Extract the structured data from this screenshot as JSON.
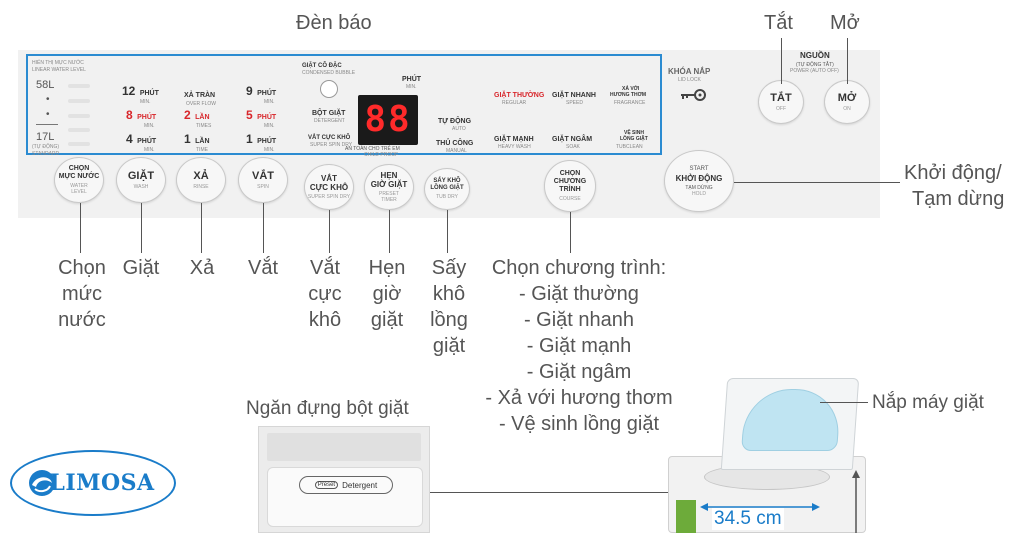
{
  "annotations": {
    "indicator_lights": "Đèn báo",
    "off": "Tắt",
    "on": "Mở",
    "start_pause": [
      "Khởi động/",
      "Tạm dừng"
    ],
    "water_level": [
      "Chọn",
      "mức",
      "nước"
    ],
    "wash": "Giặt",
    "rinse": "Xả",
    "spin": "Vắt",
    "super_spin": [
      "Vắt",
      "cực",
      "khô"
    ],
    "timer": [
      "Hẹn",
      "giờ",
      "giặt"
    ],
    "tub_dry": [
      "Sấy",
      "khô",
      "lồng",
      "giặt"
    ],
    "program": [
      "Chọn chương trình:",
      "- Giặt thường",
      "- Giặt nhanh",
      "- Giặt mạnh",
      "- Giặt ngâm",
      "- Xả với hương thơm",
      "- Vệ sinh lồng giặt"
    ],
    "detergent_drawer": "Ngăn đựng bột giặt",
    "lid": "Nắp máy giặt",
    "width": "34.5 cm"
  },
  "panel": {
    "water_level_title": "HIỂN THỊ MỰC NƯỚC",
    "water_level_sub": "LINEAR WATER LEVEL",
    "level_max": "58L",
    "level_min": "17L",
    "level_auto": "(TỰ ĐỘNG)",
    "level_auto_sub": "STANDARD",
    "wash_times": [
      {
        "value": "12",
        "unit": "PHÚT",
        "sub": "MIN."
      },
      {
        "value": "8",
        "unit": "PHÚT",
        "sub": "MIN."
      },
      {
        "value": "4",
        "unit": "PHÚT",
        "sub": "MIN."
      }
    ],
    "rinse_times": [
      {
        "value": "XẢ TRÀN",
        "sub": "OVER FLOW"
      },
      {
        "value": "2",
        "unit": "LẦN",
        "sub": "TIMES"
      },
      {
        "value": "1",
        "unit": "LẦN",
        "sub": "TIME"
      }
    ],
    "spin_times": [
      {
        "value": "9",
        "unit": "PHÚT",
        "sub": "MIN."
      },
      {
        "value": "5",
        "unit": "PHÚT",
        "sub": "MIN."
      },
      {
        "value": "1",
        "unit": "PHÚT",
        "sub": "MIN."
      }
    ],
    "condensed": "GIẶT CÔ ĐẶC",
    "condensed_sub": "CONDENSED BUBBLE",
    "detergent": "BỘT GIẶT",
    "detergent_sub": "DETERGENT",
    "super_dry": "VẮT CỰC KHÔ",
    "super_dry_sub": "SUPER SPIN DRY",
    "display_value": "88",
    "minute": "PHÚT",
    "minute_sub": "MIN.",
    "child_lock": "AN TOÀN CHO TRẺ EM",
    "child_lock_sub": "CHILD PROOF",
    "auto": "TỰ ĐỘNG",
    "auto_sub": "AUTO",
    "manual": "THỦ CÔNG",
    "manual_sub": "MANUAL",
    "prog_regular": "GIẶT THƯỜNG",
    "prog_regular_sub": "REGULAR",
    "prog_speed": "GIẶT NHANH",
    "prog_speed_sub": "SPEED",
    "prog_fragrance": [
      "XẢ VỚI",
      "HƯƠNG THƠM"
    ],
    "prog_fragrance_sub": "FRAGRANCE",
    "prog_heavy": "GIẶT MẠNH",
    "prog_heavy_sub": "HEAVY WASH",
    "prog_soak": "GIẶT NGÂM",
    "prog_soak_sub": "SOAK",
    "prog_clean": [
      "VỆ SINH",
      "LỒNG GIẶT"
    ],
    "prog_clean_sub": "TUBCLEAN",
    "lid_lock": "KHÓA NẮP",
    "lid_lock_sub": "LID LOCK",
    "power": "NGUỒN",
    "power_sub1": "(TỰ ĐỘNG TẮT)",
    "power_sub2": "POWER (AUTO OFF)"
  },
  "buttons": {
    "water": {
      "label": [
        "CHỌN",
        "MỰC NƯỚC"
      ],
      "sub": [
        "WATER",
        "LEVEL"
      ]
    },
    "wash": {
      "label": "GIẶT",
      "sub": "WASH"
    },
    "rinse": {
      "label": "XẢ",
      "sub": "RINSE"
    },
    "spin": {
      "label": "VẮT",
      "sub": "SPIN"
    },
    "superspin": {
      "label": [
        "VẮT",
        "CỰC KHÔ"
      ],
      "sub": "SUPER SPIN DRY"
    },
    "timer": {
      "label": [
        "HẸN",
        "GIỜ GIẶT"
      ],
      "sub": [
        "PRESET",
        "TIMER"
      ]
    },
    "tubdry": {
      "label": [
        "SẤY KHÔ",
        "LỒNG GIẶT"
      ],
      "sub": "TUB DRY"
    },
    "program": {
      "label": [
        "CHỌN",
        "CHƯƠNG",
        "TRÌNH"
      ],
      "sub": "COURSE"
    },
    "start": {
      "top": "START",
      "label": "KHỞI ĐỘNG",
      "bottom": [
        "TẠM DỪNG",
        "HOLD"
      ]
    },
    "off": {
      "label": "TẮT",
      "sub": "OFF"
    },
    "on": {
      "label": "MỞ",
      "sub": "ON"
    }
  },
  "drawer": {
    "preset": "Preset",
    "detergent": "Detergent"
  },
  "logo": {
    "text": "LIMOSA"
  }
}
